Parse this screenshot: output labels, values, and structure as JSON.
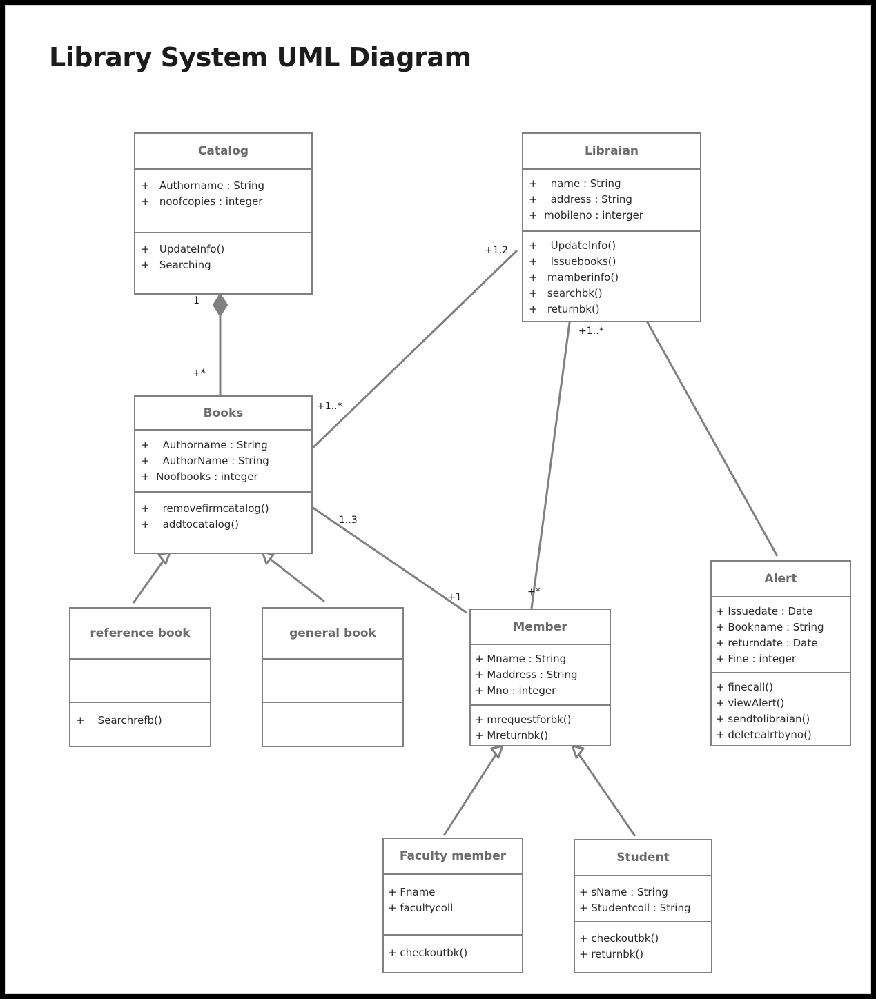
{
  "page": {
    "title": "Library System UML Diagram",
    "background": "#000000",
    "canvas_background": "#ffffff",
    "line_color": "#808080",
    "class_name_color": "#6b6b6b",
    "text_color": "#2a2a2a"
  },
  "classes": {
    "catalog": {
      "name": "Catalog",
      "attributes": [
        "+   Authorname : String",
        "+   noofcopies : integer"
      ],
      "methods": [
        "+   UpdateInfo()",
        "+   Searching"
      ]
    },
    "libraian": {
      "name": "Libraian",
      "attributes": [
        "+    name : String",
        "+    address : String",
        "+  mobileno : interger"
      ],
      "methods": [
        "+    UpdateInfo()",
        "+    Issuebooks()",
        "+   mamberinfo()",
        "+   searchbk()",
        "+   returnbk()"
      ]
    },
    "books": {
      "name": "Books",
      "attributes": [
        "+    Authorname : String",
        "+    AuthorName : String",
        "+  Noofbooks : integer"
      ],
      "methods": [
        "+    removefirmcatalog()",
        "+    addtocatalog()"
      ]
    },
    "reference_book": {
      "name": "reference book",
      "attributes": [],
      "methods": [
        "+    Searchrefb()"
      ]
    },
    "general_book": {
      "name": "general book",
      "attributes": [],
      "methods": []
    },
    "member": {
      "name": "Member",
      "attributes": [
        "+ Mname : String",
        "+ Maddress : String",
        "+ Mno : integer"
      ],
      "methods": [
        "+ mrequestforbk()",
        "+ Mreturnbk()"
      ]
    },
    "alert": {
      "name": "Alert",
      "attributes": [
        "+ Issuedate : Date",
        "+ Bookname : String",
        "+ returndate : Date",
        "+ Fine : integer"
      ],
      "methods": [
        "+ finecall()",
        "+ viewAlert()",
        "+ sendtolibraian()",
        "+ deletealrtbyno()"
      ]
    },
    "faculty_member": {
      "name": "Faculty member",
      "attributes": [
        "+ Fname",
        "+ facultycoll"
      ],
      "methods": [
        "+ checkoutbk()"
      ]
    },
    "student": {
      "name": "Student",
      "attributes": [
        "+ sName : String",
        "+ Studentcoll : String"
      ],
      "methods": [
        "+ checkoutbk()",
        "+ returnbk()"
      ]
    }
  },
  "multiplicities": {
    "catalog_end": "1",
    "books_end": "+*",
    "books_libraian": "+1..*",
    "libraian_books": "+1,2",
    "libraian_member": "+1..*",
    "books_member": "1..3",
    "member_books": "+1",
    "member_libraian": "+*"
  },
  "relationships": [
    {
      "type": "composition",
      "from": "Catalog",
      "to": "Books",
      "source_mult": "1",
      "target_mult": "+*"
    },
    {
      "type": "association",
      "from": "Books",
      "to": "Libraian",
      "source_mult": "+1..*",
      "target_mult": "+1,2"
    },
    {
      "type": "association",
      "from": "Books",
      "to": "Member",
      "source_mult": "1..3",
      "target_mult": "+1"
    },
    {
      "type": "association",
      "from": "Libraian",
      "to": "Member",
      "source_mult": "+1..*",
      "target_mult": "+*"
    },
    {
      "type": "association",
      "from": "Libraian",
      "to": "Alert",
      "source_mult": "",
      "target_mult": ""
    },
    {
      "type": "generalization",
      "from": "reference book",
      "to": "Books"
    },
    {
      "type": "generalization",
      "from": "general book",
      "to": "Books"
    },
    {
      "type": "generalization",
      "from": "Faculty member",
      "to": "Member"
    },
    {
      "type": "generalization",
      "from": "Student",
      "to": "Member"
    }
  ]
}
